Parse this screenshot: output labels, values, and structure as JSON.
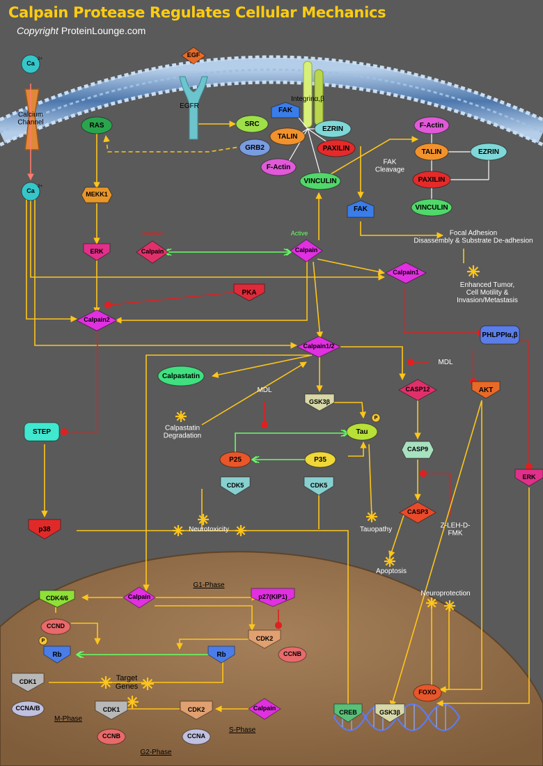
{
  "title": "Calpain Protease Regulates Cellular Mechanics",
  "copyright_word": "Copyright",
  "copyright_site": "ProteinLounge.com",
  "nodes": {
    "ca_top": "Ca",
    "ca_bottom": "Ca",
    "ca_superscript": "2+",
    "calcium_channel": "Calcium\nChannel",
    "egf": "EGF",
    "egfr": "EGFR",
    "integrin": "Integrinα,β",
    "ras": "RAS",
    "src": "SRC",
    "fak_mem": "FAK",
    "talin_mem": "TALIN",
    "ezrin_mem": "EZRIN",
    "grb2": "GRB2",
    "paxilin_mem": "PAXILIN",
    "factin_mem": "F-Actin",
    "vinculin_mem": "VINCULIN",
    "factin_r": "F-Actin",
    "talin_r": "TALIN",
    "ezrin_r": "EZRIN",
    "paxilin_r": "PAXILIN",
    "vinculin_r": "VINCULIN",
    "fak_cleavage": "FAK\nCleavage",
    "fak_r": "FAK",
    "focal_adhesion": "Focal Adhesion\nDisassembly & Substrate De-adhesion",
    "enhanced_tumor": "Enhanced Tumor,\nCell Motility &\nInvasion/Metastasis",
    "mekk1": "MEKK1",
    "erk_left": "ERK",
    "inactive_label": "Inactive",
    "active_label": "Active",
    "calpain_inactive": "Calpain",
    "calpain_active": "Calpain",
    "calpain1": "Calpain1",
    "pka": "PKA",
    "calpain2": "Calpain2",
    "calpain12": "Calpain1/2",
    "phlppi": "PHLPPIα,β",
    "mdl_top": "MDL",
    "calpastatin": "Calpastatin",
    "calpastatin_deg": "Calpastatin\nDegradation",
    "mdl_mid": "MDL",
    "gsk3b_mid": "GSK3β",
    "casp12": "CASP12",
    "akt": "AKT",
    "step": "STEP",
    "tau": "Tau",
    "p_tau": "P",
    "p25": "P25",
    "p35": "P35",
    "casp9": "CASP9",
    "cdk5_left": "CDK5",
    "cdk5_right": "CDK5",
    "erk_right": "ERK",
    "casp3": "CASP3",
    "zlehd": "Z-LEH-D-\nFMK",
    "p38": "p38",
    "neurotoxicity": "Neurotoxicity",
    "tauopathy": "Tauopathy",
    "apoptosis": "Apoptosis",
    "g1_phase": "G1-Phase",
    "neuroprotection": "Neuroprotection",
    "cdk46": "CDK4/6",
    "calpain_nuc": "Calpain",
    "p27": "p27(KIP1)",
    "ccnd": "CCND",
    "cdk2_top": "CDK2",
    "p_rb": "P",
    "rb_left": "Rb",
    "rb_right": "Rb",
    "ccnb_top": "CCNB",
    "cdk1_left": "CDK1",
    "target_genes": "Target\nGenes",
    "ccnab": "CCNA/B",
    "m_phase": "M-Phase",
    "cdk1_mid": "CDK1",
    "cdk2_bottom": "CDK2",
    "calpain_s": "Calpain",
    "ccnb_bottom": "CCNB",
    "ccna": "CCNA",
    "s_phase": "S-Phase",
    "g2_phase": "G2-Phase",
    "creb": "CREB",
    "gsk3b_nuc": "GSK3β",
    "foxo": "FOXO"
  },
  "colors": {
    "background": "#5a5a5a",
    "membrane": "#7fa7d6",
    "nucleus": "#a07850",
    "activation_arrow": "#ffc61a",
    "inhibition": "#e02020",
    "green_arrow": "#66ff66",
    "calcium_arrow": "#ff7b6b",
    "title": "#ffcc11"
  }
}
